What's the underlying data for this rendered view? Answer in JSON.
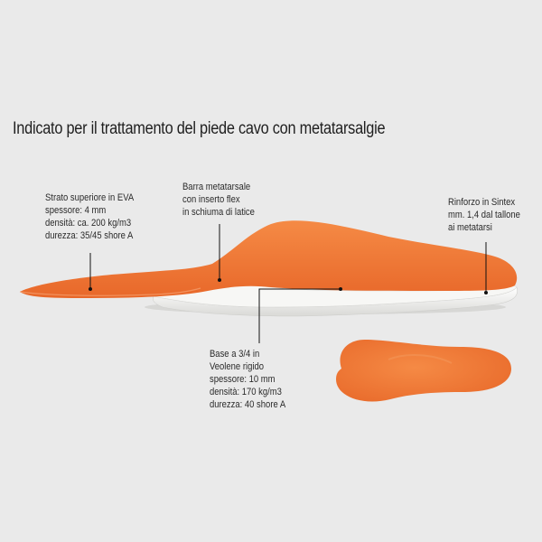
{
  "title": "Indicato per il trattamento del piede cavo con metatarsalgie",
  "callouts": {
    "eva": {
      "lines": [
        "Strato superiore in EVA",
        "spessore: 4 mm",
        "densità: ca. 200 kg/m3",
        "durezza: 35/45 shore A"
      ]
    },
    "barra": {
      "lines": [
        "Barra metatarsale",
        "con inserto flex",
        "in schiuma di latice"
      ]
    },
    "sintex": {
      "lines": [
        "Rinforzo in Sintex",
        "mm. 1,4 dal tallone",
        "ai metatarsi"
      ]
    },
    "base": {
      "lines": [
        "Base a 3/4 in",
        "Veolene rigido",
        "spessore: 10 mm",
        "densità: 170 kg/m3",
        "durezza: 40 shore A"
      ]
    }
  },
  "colors": {
    "background": "#eaeaea",
    "insole_top": "#f07a33",
    "insole_base": "#f4f4f2",
    "leader": "#111111"
  }
}
